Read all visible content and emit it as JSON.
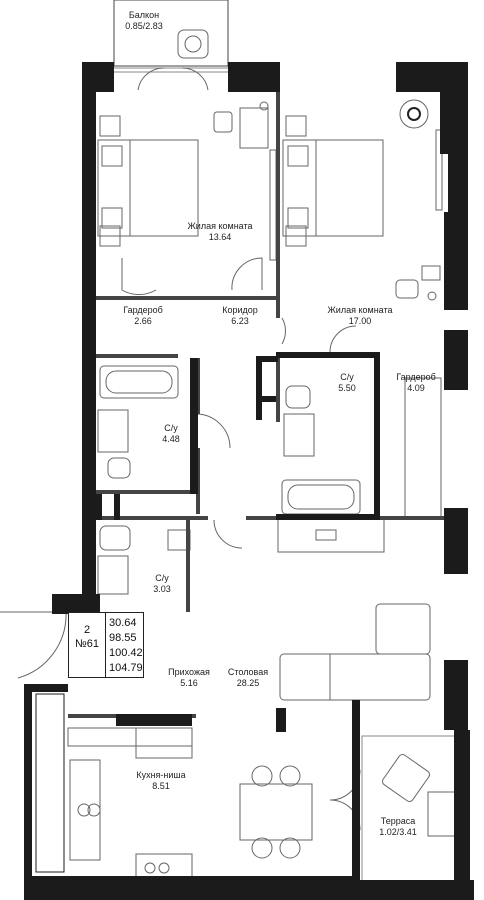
{
  "apartment": {
    "rooms_count": "2",
    "number": "№61",
    "areas": [
      "30.64",
      "98.55",
      "100.42",
      "104.79"
    ]
  },
  "rooms": [
    {
      "id": "balcony",
      "name": "Балкон",
      "area": "0.85/2.83"
    },
    {
      "id": "bedroom-1",
      "name": "Жилая комната",
      "area": "13.64"
    },
    {
      "id": "wardrobe-1",
      "name": "Гардероб",
      "area": "2.66"
    },
    {
      "id": "corridor",
      "name": "Коридор",
      "area": "6.23"
    },
    {
      "id": "bedroom-2",
      "name": "Жилая комната",
      "area": "17.00"
    },
    {
      "id": "bathroom-2",
      "name": "С/у",
      "area": "5.50"
    },
    {
      "id": "wardrobe-2",
      "name": "Гардероб",
      "area": "4.09"
    },
    {
      "id": "bathroom-1",
      "name": "С/у",
      "area": "4.48"
    },
    {
      "id": "bathroom-3",
      "name": "С/у",
      "area": "3.03"
    },
    {
      "id": "hall",
      "name": "Прихожая",
      "area": "5.16"
    },
    {
      "id": "dining",
      "name": "Столовая",
      "area": "28.25"
    },
    {
      "id": "kitchen",
      "name": "Кухня-ниша",
      "area": "8.51"
    },
    {
      "id": "terrace",
      "name": "Терраса",
      "area": "1.02/3.41"
    }
  ],
  "colors": {
    "wall": "#1b1b1b",
    "partition": "#444444",
    "line": "#666666",
    "accent": "#3a3a3a"
  }
}
